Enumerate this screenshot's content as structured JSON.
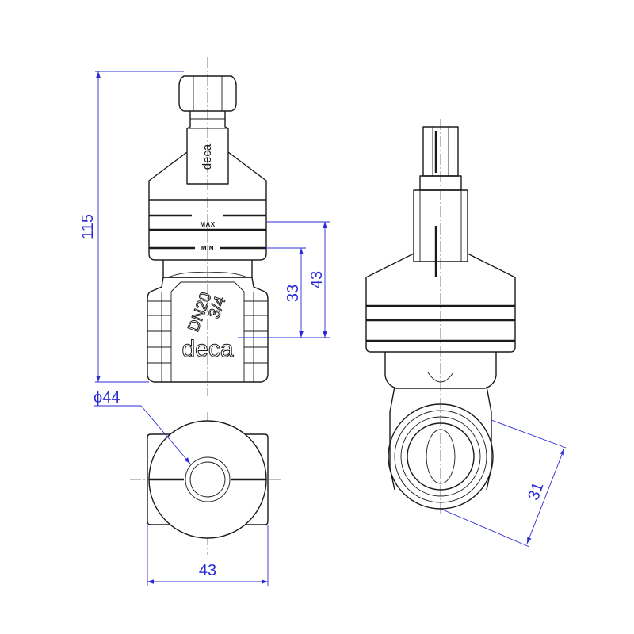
{
  "dimensions": {
    "total_height": "115",
    "body_width": "43",
    "body_height": "43",
    "connection_height": "33",
    "cap_diameter": "ϕ44",
    "side_offset": "31"
  },
  "markings": {
    "max": "MAX",
    "min": "MIN",
    "brand_top": "deca",
    "brand_body": "deca",
    "size_dn": "DN20",
    "size_inch": "3/4"
  },
  "colors": {
    "dimension_line": "#2b2bd6",
    "part_outline": "#1a1a1a"
  }
}
